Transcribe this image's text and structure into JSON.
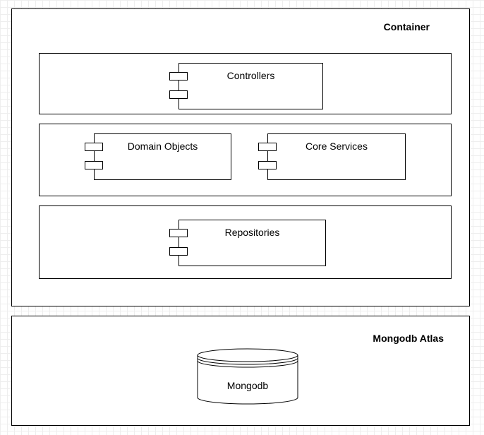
{
  "container": {
    "title": "Container",
    "layers": {
      "controllers": {
        "label": "Controllers"
      },
      "domain_objects": {
        "label": "Domain Objects"
      },
      "core_services": {
        "label": "Core Services"
      },
      "repositories": {
        "label": "Repositories"
      }
    }
  },
  "atlas": {
    "title": "Mongodb Atlas",
    "database": {
      "label": "Mongodb"
    }
  }
}
